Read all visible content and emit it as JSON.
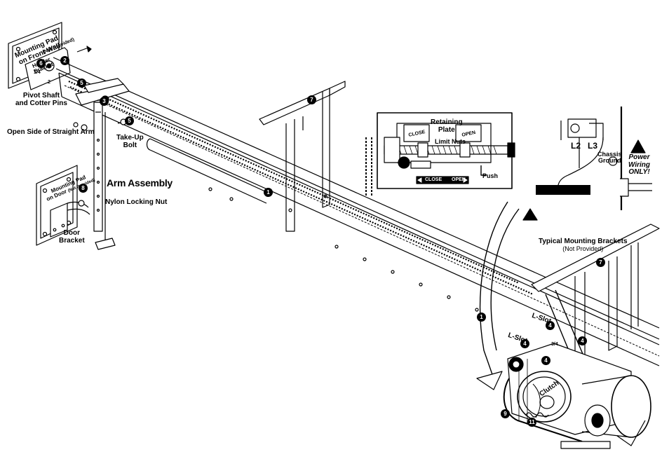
{
  "labels": {
    "mounting_pad_front_wall": "Mounting Pad",
    "mounting_pad_front_wall_2": "on Front Wall",
    "not_provided_a": "(Not Provided)",
    "header_bracket": "Header",
    "header_bracket_2": "Bracket",
    "pivot_shaft": "Pivot Shaft",
    "cotter_pins": "and Cotter Pins",
    "open_side_arm": "Open Side of Straight Arm",
    "take_up": "Take-Up",
    "bolt": "Bolt",
    "arm_assembly": "Arm Assembly",
    "mounting_pad_door": "Mounting Pad",
    "mounting_pad_door_2": "on Door",
    "not_provided_b": "(Not Provided)",
    "nylon_nut": "Nylon Locking Nut",
    "door": "Door",
    "bracket": "Bracket",
    "retaining": "Retaining",
    "plate": "Plate",
    "limit_nuts": "Limit Nuts",
    "push": "Push",
    "close": "CLOSE",
    "open": "OPEN",
    "switch_close": "CLOSE",
    "switch_open": "OPEN",
    "l2": "L2",
    "l3": "L3",
    "chassis": "Chassis",
    "ground": "Ground",
    "power": "Power",
    "wiring": "Wiring",
    "only": "ONLY!",
    "typical_brackets": "Typical Mounting Brackets",
    "not_provided_c": "(Not Provided)",
    "l_slot_1": "L-Slot",
    "l_slot_2": "L-Slot",
    "clutch": "Clutch"
  },
  "callouts": {
    "n1a": "1",
    "n1b": "1",
    "n2": "2",
    "n3": "3",
    "n4a": "4",
    "n4b": "4",
    "n4c": "4",
    "n4d": "4",
    "n5a": "5",
    "n5b": "5",
    "n6": "6",
    "n7a": "7",
    "n7b": "7",
    "n8": "8",
    "n9": "9",
    "n11": "11"
  },
  "small_marks": {
    "m1": "1/4",
    "m2": "2",
    "m3": "3/4"
  }
}
